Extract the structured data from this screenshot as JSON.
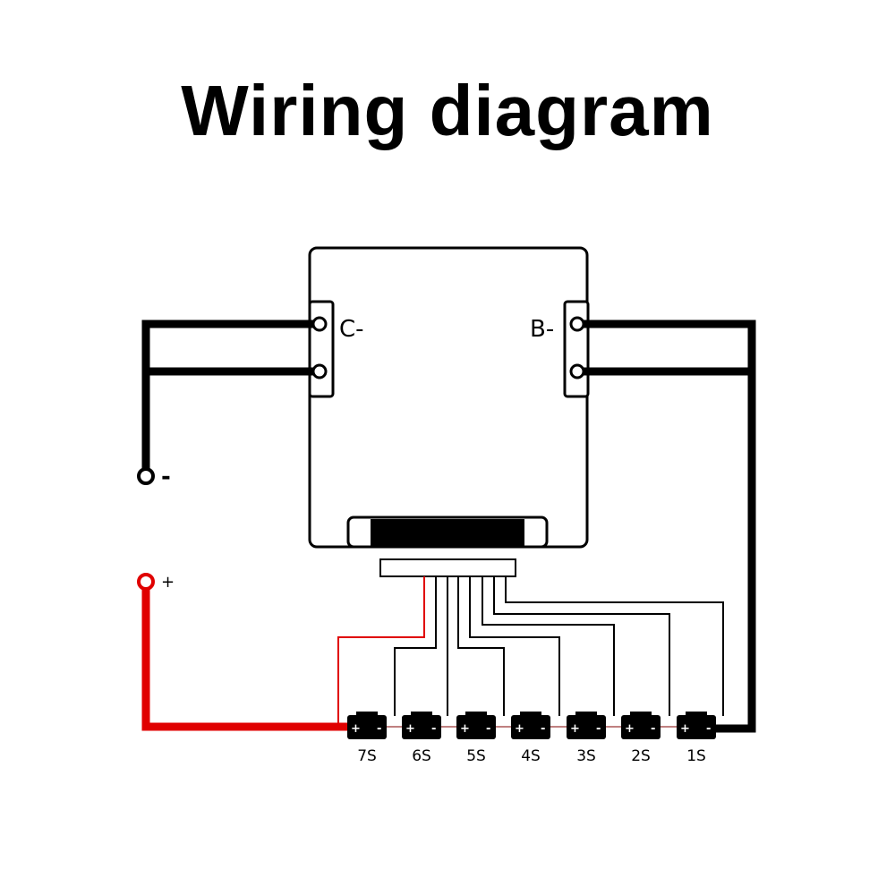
{
  "title": "Wiring diagram",
  "board": {
    "left_port_label": "C-",
    "right_port_label": "B-"
  },
  "output_terminals": {
    "negative_label": "-",
    "positive_label": "+"
  },
  "cells": [
    {
      "label": "7S"
    },
    {
      "label": "6S"
    },
    {
      "label": "5S"
    },
    {
      "label": "4S"
    },
    {
      "label": "3S"
    },
    {
      "label": "2S"
    },
    {
      "label": "1S"
    }
  ],
  "cell_polarity": {
    "plus": "+",
    "minus": "-"
  },
  "colors": {
    "line": "#000000",
    "positive_wire": "#e00000",
    "cell_link": "#c08080",
    "background": "#ffffff"
  }
}
